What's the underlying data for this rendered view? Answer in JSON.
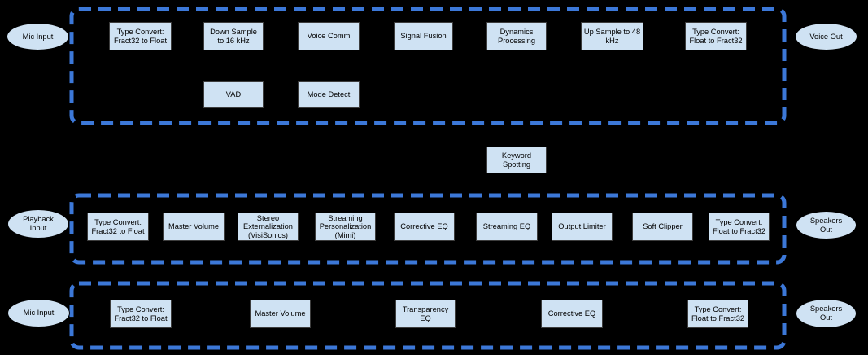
{
  "voice_chain": {
    "input_label": "Mic Input",
    "output_label": "Voice Out",
    "blocks": [
      "Type Convert: Fract32 to Float",
      "Down Sample to 16 kHz",
      "Voice Comm",
      "Signal Fusion",
      "Dynamics Processing",
      "Up Sample to 48 kHz",
      "Type Convert: Float to Fract32"
    ],
    "detector_blocks": [
      "VAD",
      "Mode Detect"
    ]
  },
  "keyword_spotting_label": "Keyword Spotting",
  "playback_chain": {
    "input_label": "Playback Input",
    "output_label": "Speakers Out",
    "blocks": [
      "Type Convert: Fract32 to Float",
      "Master Volume",
      "Stereo Externalization (VisiSonics)",
      "Streaming Personalization (Mimi)",
      "Corrective EQ",
      "Streaming EQ",
      "Output Limiter",
      "Soft Clipper",
      "Type Convert: Float to Fract32"
    ]
  },
  "transparency_chain": {
    "input_label": "Mic Input",
    "output_label": "Speakers Out",
    "blocks": [
      "Type Convert: Fract32 to Float",
      "Master Volume",
      "Transparency EQ",
      "Corrective EQ",
      "Type Convert: Float to Fract32"
    ]
  },
  "colors": {
    "background": "#000000",
    "block_fill": "#cfe2f3",
    "block_border": "#3d3d3d",
    "group_border": "#3c78d8",
    "text": "#000000"
  }
}
